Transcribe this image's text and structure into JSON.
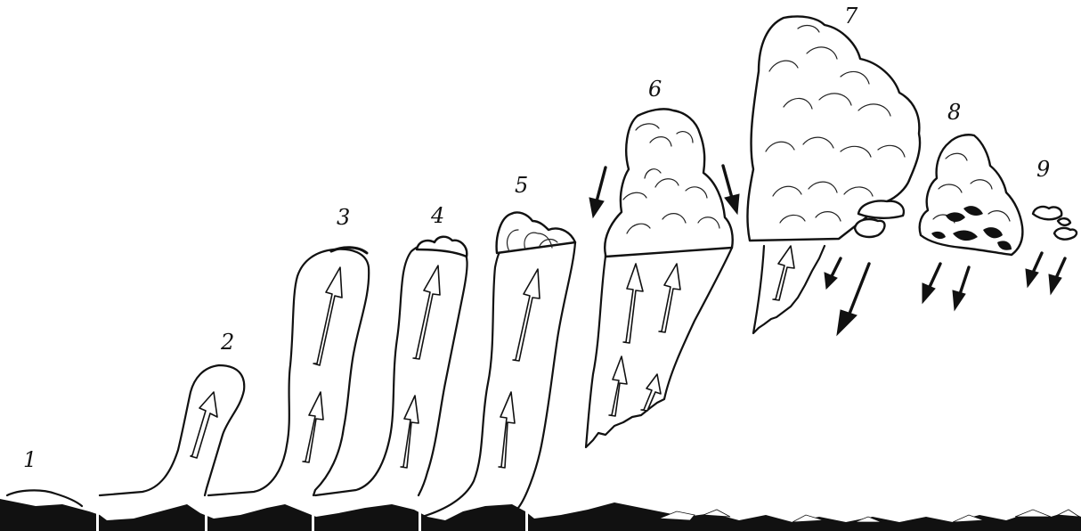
{
  "stages": [
    {
      "label": "1"
    },
    {
      "label": "2"
    },
    {
      "label": "3"
    },
    {
      "label": "4"
    },
    {
      "label": "5"
    },
    {
      "label": "6"
    },
    {
      "label": "7"
    },
    {
      "label": "8"
    },
    {
      "label": "9"
    }
  ],
  "colors": {
    "ink": "#111111",
    "paper": "#ffffff"
  }
}
